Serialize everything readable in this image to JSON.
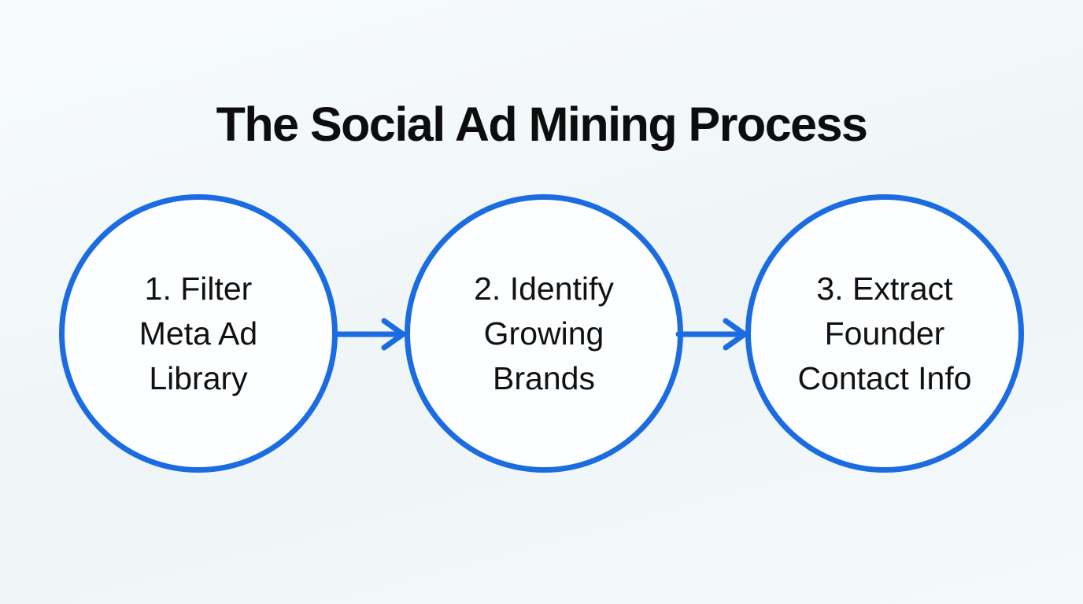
{
  "page": {
    "title": "The Social Ad Mining Process"
  },
  "colors": {
    "accent_blue": "#1b6be1",
    "text": "#111111",
    "background_light": "#f4fafb",
    "circle_fill": "#fdfeff"
  },
  "steps": [
    {
      "label": "1. Filter Meta Ad Library",
      "lines": [
        "1. Filter",
        "Meta Ad",
        "Library"
      ]
    },
    {
      "label": "2. Identify Growing Brands",
      "lines": [
        "2. Identify",
        "Growing",
        "Brands"
      ]
    },
    {
      "label": "3. Extract Founder Contact Info",
      "lines": [
        "3. Extract",
        "Founder",
        "Contact Info"
      ]
    }
  ],
  "icons": {
    "arrow_right": "right-arrow connector"
  }
}
